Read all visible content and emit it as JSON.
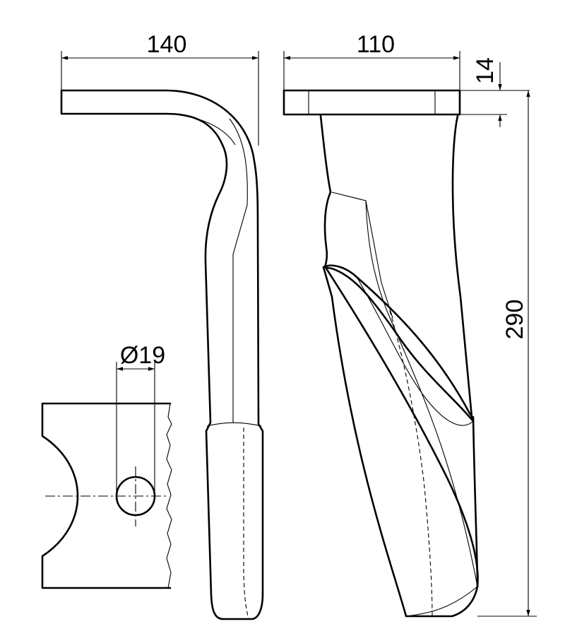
{
  "dimensions": {
    "side_width": "140",
    "front_width": "110",
    "flange_thickness": "14",
    "overall_height": "290",
    "hole_diameter": "Ø19"
  },
  "colors": {
    "line": "#000000",
    "background": "#ffffff"
  }
}
